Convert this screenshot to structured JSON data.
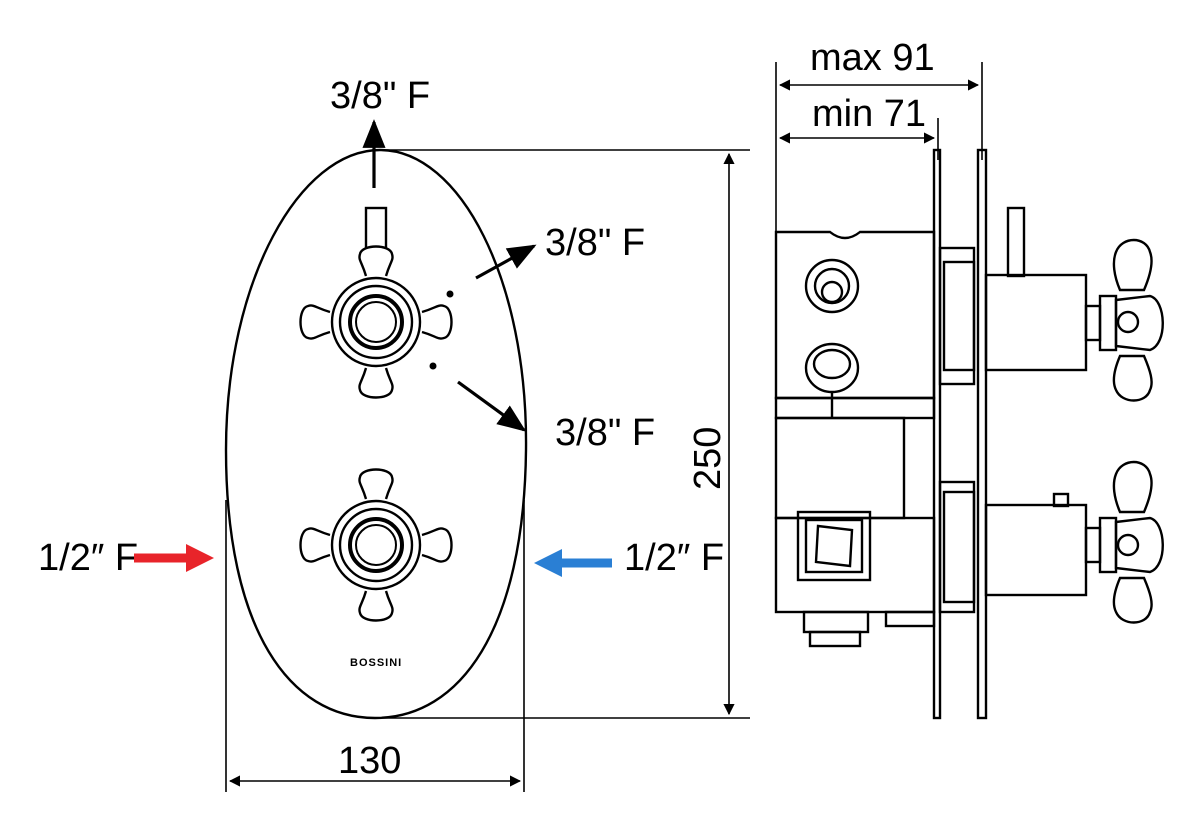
{
  "labels": {
    "top_outlet": "3/8\" F",
    "right_outlet_upper": "3/8\" F",
    "right_outlet_lower": "3/8\" F",
    "inlet_hot": "1/2″ F",
    "inlet_cold": "1/2″ F",
    "width_dim": "130",
    "height_dim": "250",
    "depth_max": "max 91",
    "depth_min": "min 71",
    "brand": "BOSSINI"
  },
  "colors": {
    "hot_arrow": "#e8242a",
    "cold_arrow": "#2a7fd4",
    "line": "#000000"
  }
}
